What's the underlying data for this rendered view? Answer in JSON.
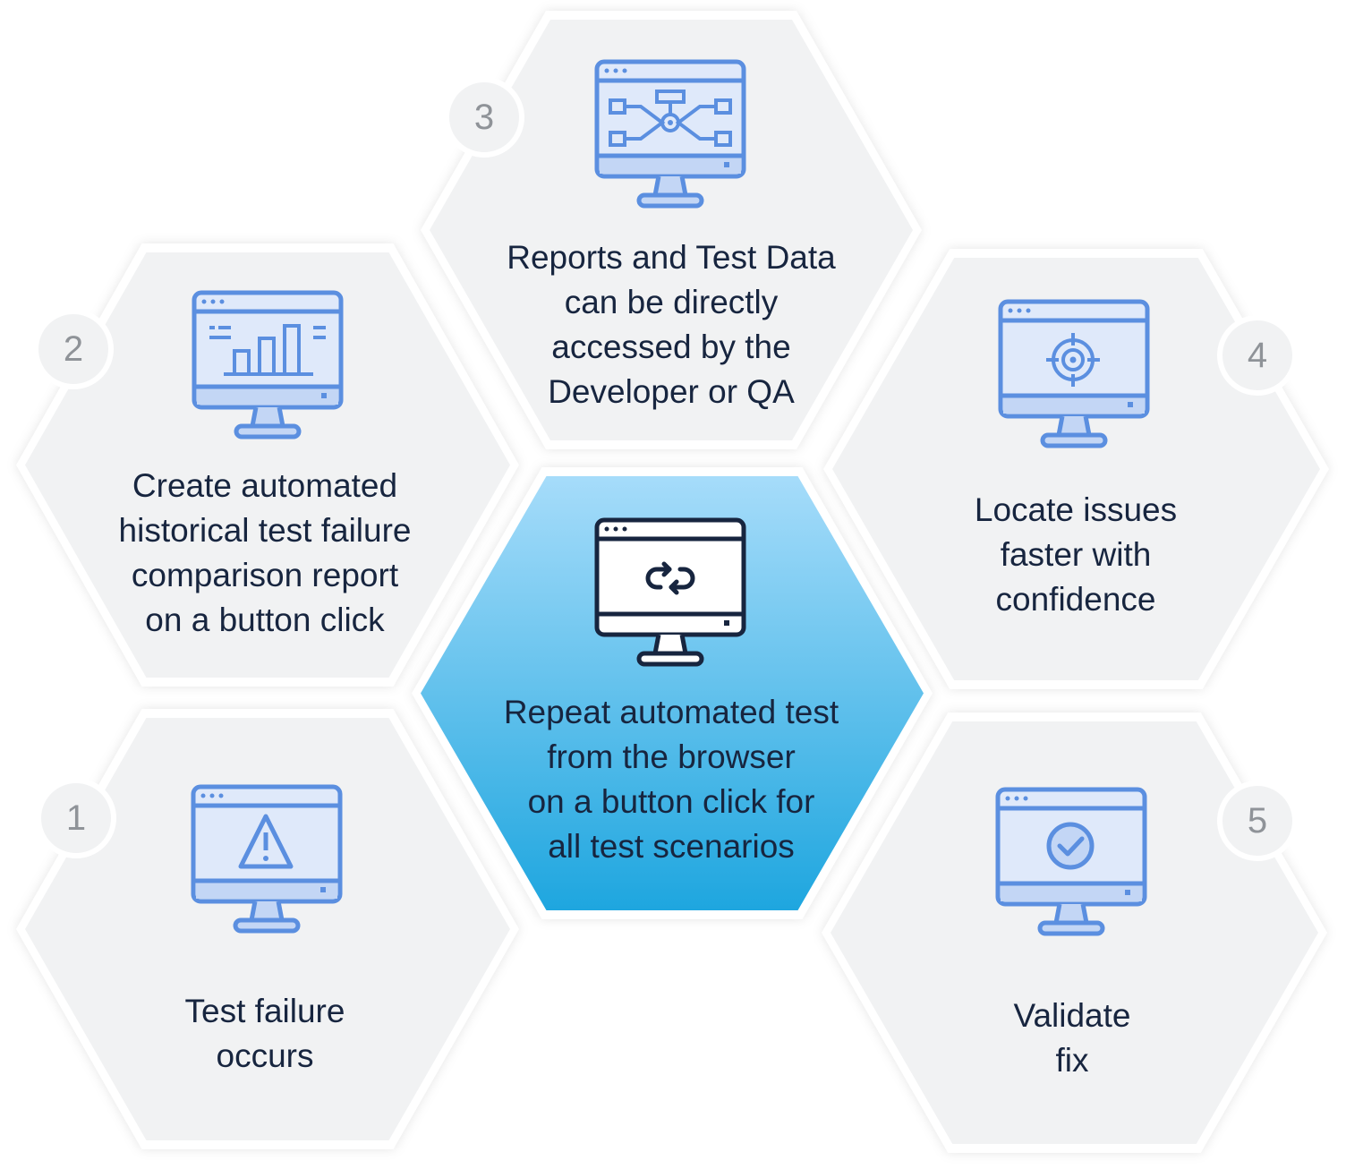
{
  "steps": [
    {
      "number": "1",
      "lines": [
        "Test failure",
        "occurs"
      ],
      "icon": "warning-icon"
    },
    {
      "number": "2",
      "lines": [
        "Create automated",
        "historical test failure",
        "comparison report",
        "on a button click"
      ],
      "icon": "bar-chart-icon"
    },
    {
      "number": "3",
      "lines": [
        "Reports and Test Data",
        "can be directly",
        "accessed by the",
        "Developer or QA"
      ],
      "icon": "flowchart-icon"
    },
    {
      "number": "4",
      "lines": [
        "Locate issues",
        "faster with",
        "confidence"
      ],
      "icon": "target-icon"
    },
    {
      "number": "5",
      "lines": [
        "Validate",
        "fix"
      ],
      "icon": "check-circle-icon"
    }
  ],
  "center": {
    "lines": [
      "Repeat automated test",
      "from the browser",
      "on a button click for",
      "all test scenarios"
    ],
    "icon": "refresh-icon"
  },
  "colors": {
    "hex_fill": "#f1f2f3",
    "icon_stroke": "#5b8fe0",
    "icon_fill": "#c3d6f5",
    "center_top": "#a6dcfa",
    "center_bottom": "#1ea6df",
    "text": "#17253f",
    "number": "#8f9398"
  }
}
